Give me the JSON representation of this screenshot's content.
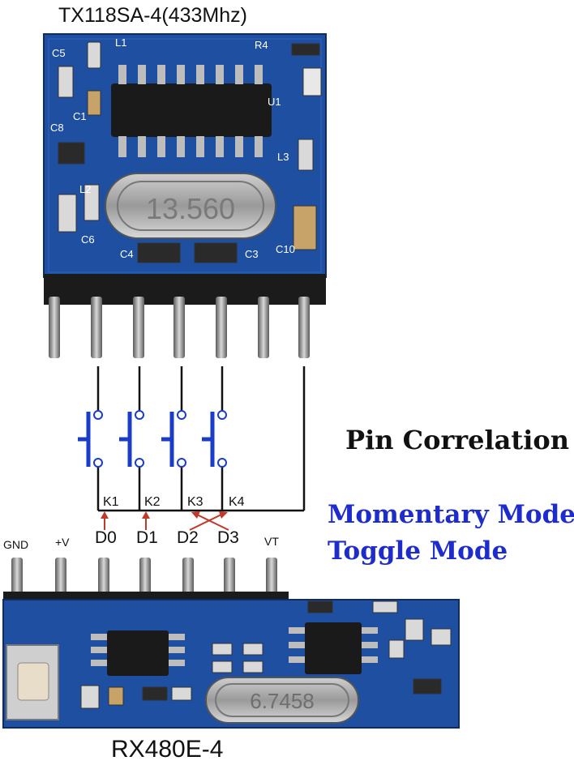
{
  "tx_module": {
    "title": "TX118SA-4(433Mhz)",
    "silkscreen": [
      "C5",
      "L1",
      "R4",
      "C8",
      "C1",
      "L2",
      "C6",
      "C4",
      "C3",
      "C10",
      "L3"
    ],
    "ic_label": "U1",
    "crystal_label": "13.560"
  },
  "switches": [
    {
      "label": "K1"
    },
    {
      "label": "K2"
    },
    {
      "label": "K3"
    },
    {
      "label": "K4"
    }
  ],
  "rx_module": {
    "title": "RX480E-4",
    "pins": [
      "GND",
      "+V",
      "D0",
      "D1",
      "D2",
      "D3",
      "VT"
    ],
    "crystal_label": "6.7458"
  },
  "legend": {
    "heading": "Pin Correlation",
    "momentary": "Momentary Mode",
    "toggle": "Toggle Mode"
  },
  "colors": {
    "pcb": "#1f4fa0",
    "pcb_dark": "#153a7a",
    "pin": "#8c8c8c",
    "wire": "#111111",
    "switch": "#1a3cc9",
    "arrow": "#c0392b",
    "blue_text": "#1f2ccc"
  }
}
